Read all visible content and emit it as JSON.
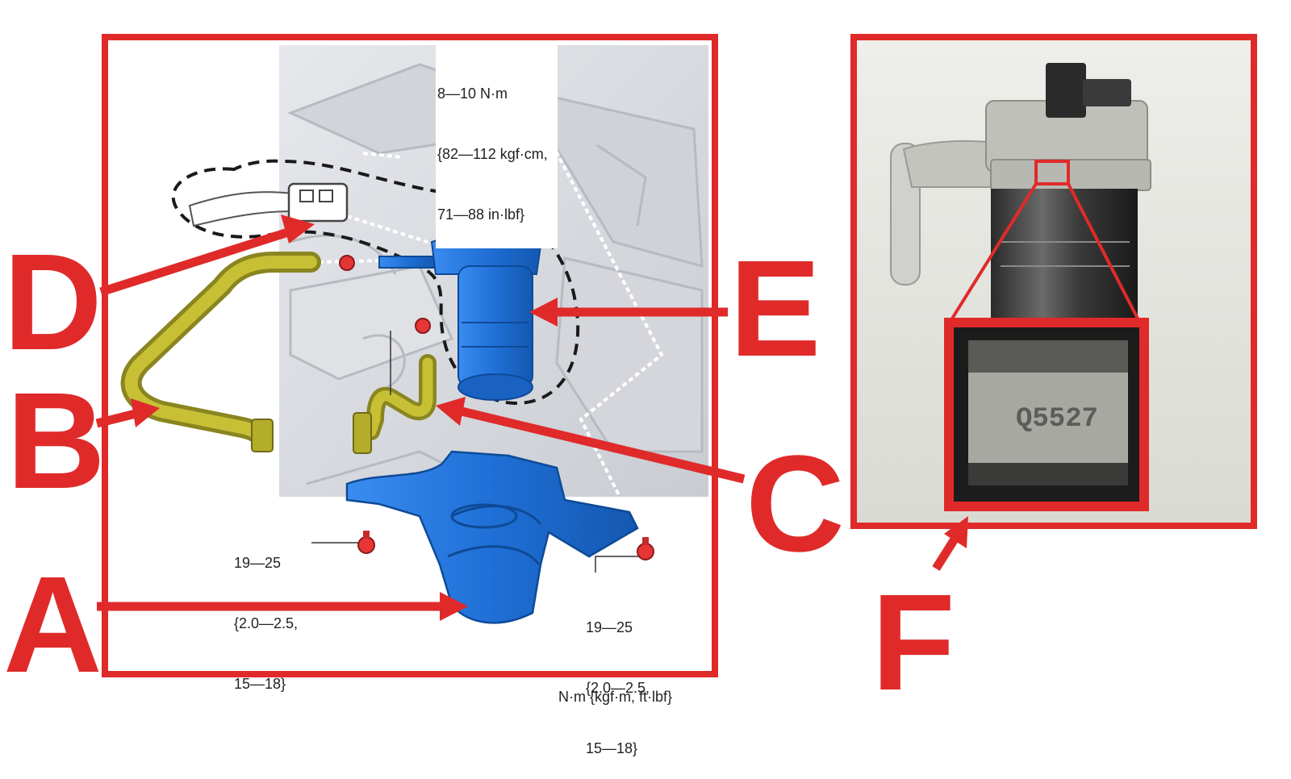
{
  "colors": {
    "frame_red": "#e02a2a",
    "part_blue": "#1f6fd6",
    "hose_olive": "#b4ad2a",
    "bracket_blue": "#2a78e0",
    "bolt_red": "#e53535",
    "background_gray": "#d8dadf"
  },
  "callouts": {
    "A": "A",
    "B": "B",
    "C": "C",
    "D": "D",
    "E": "E",
    "F": "F"
  },
  "torque_specs": {
    "top": [
      "8—10 N·m",
      "{82—112 kgf·cm,",
      "71—88 in·lbf}"
    ],
    "bottom_left": [
      "19—25",
      "{2.0—2.5,",
      "15—18}"
    ],
    "bottom_right": [
      "19—25",
      "{2.0—2.5,",
      "15—18}"
    ],
    "unit_note": "N·m {kgf·m, ft·lbf}"
  },
  "inset": {
    "part_number": "Q5527"
  },
  "icons": {
    "bolt": "bolt-icon",
    "connector": "connector-icon",
    "clamp": "hose-clamp-icon"
  }
}
